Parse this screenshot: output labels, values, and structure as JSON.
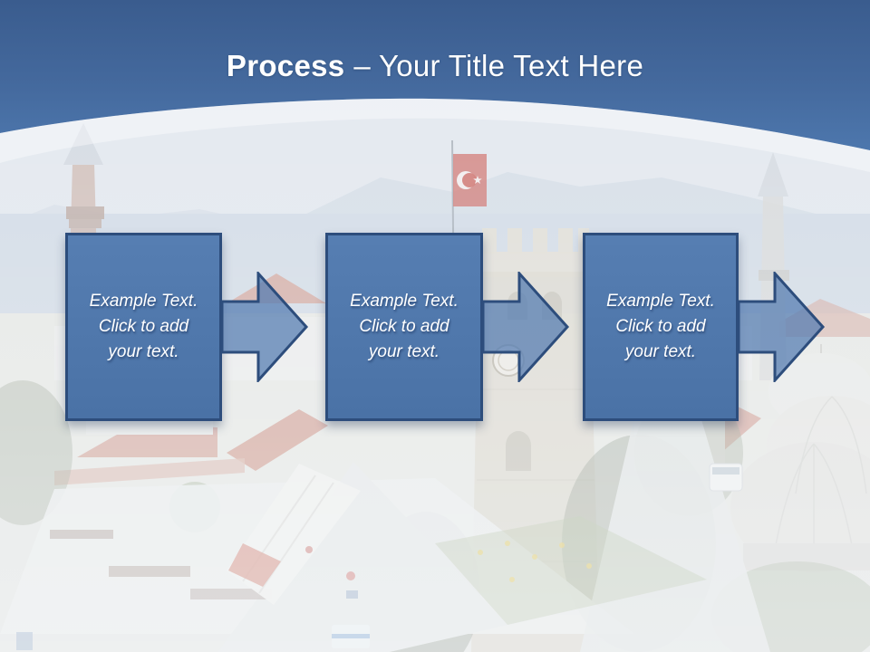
{
  "title": {
    "bold": "Process",
    "rest": "– Your Title Text Here"
  },
  "steps": [
    {
      "lines": [
        "Example Text.",
        "Click to add",
        "your text."
      ]
    },
    {
      "lines": [
        "Example Text.",
        "Click to add",
        "your text."
      ]
    },
    {
      "lines": [
        "Example Text.",
        "Click to add",
        "your text."
      ]
    }
  ],
  "scene": {
    "elements": [
      "turkish-flag",
      "clock-tower",
      "minaret-left",
      "minaret-right",
      "mosque-domes",
      "red-tile-roofs",
      "town-square",
      "market-awnings",
      "sea",
      "mountains",
      "trees",
      "white-van"
    ]
  },
  "colors": {
    "header_top": "#3a5c8e",
    "header_bottom": "#4d77ad",
    "box_fill": "#567eb2",
    "box_fill_dark": "#4a72a6",
    "box_border": "#2d4d7c",
    "arrow_fill": "#527ab0",
    "text": "#ffffff",
    "flag_red": "#c8463c"
  }
}
